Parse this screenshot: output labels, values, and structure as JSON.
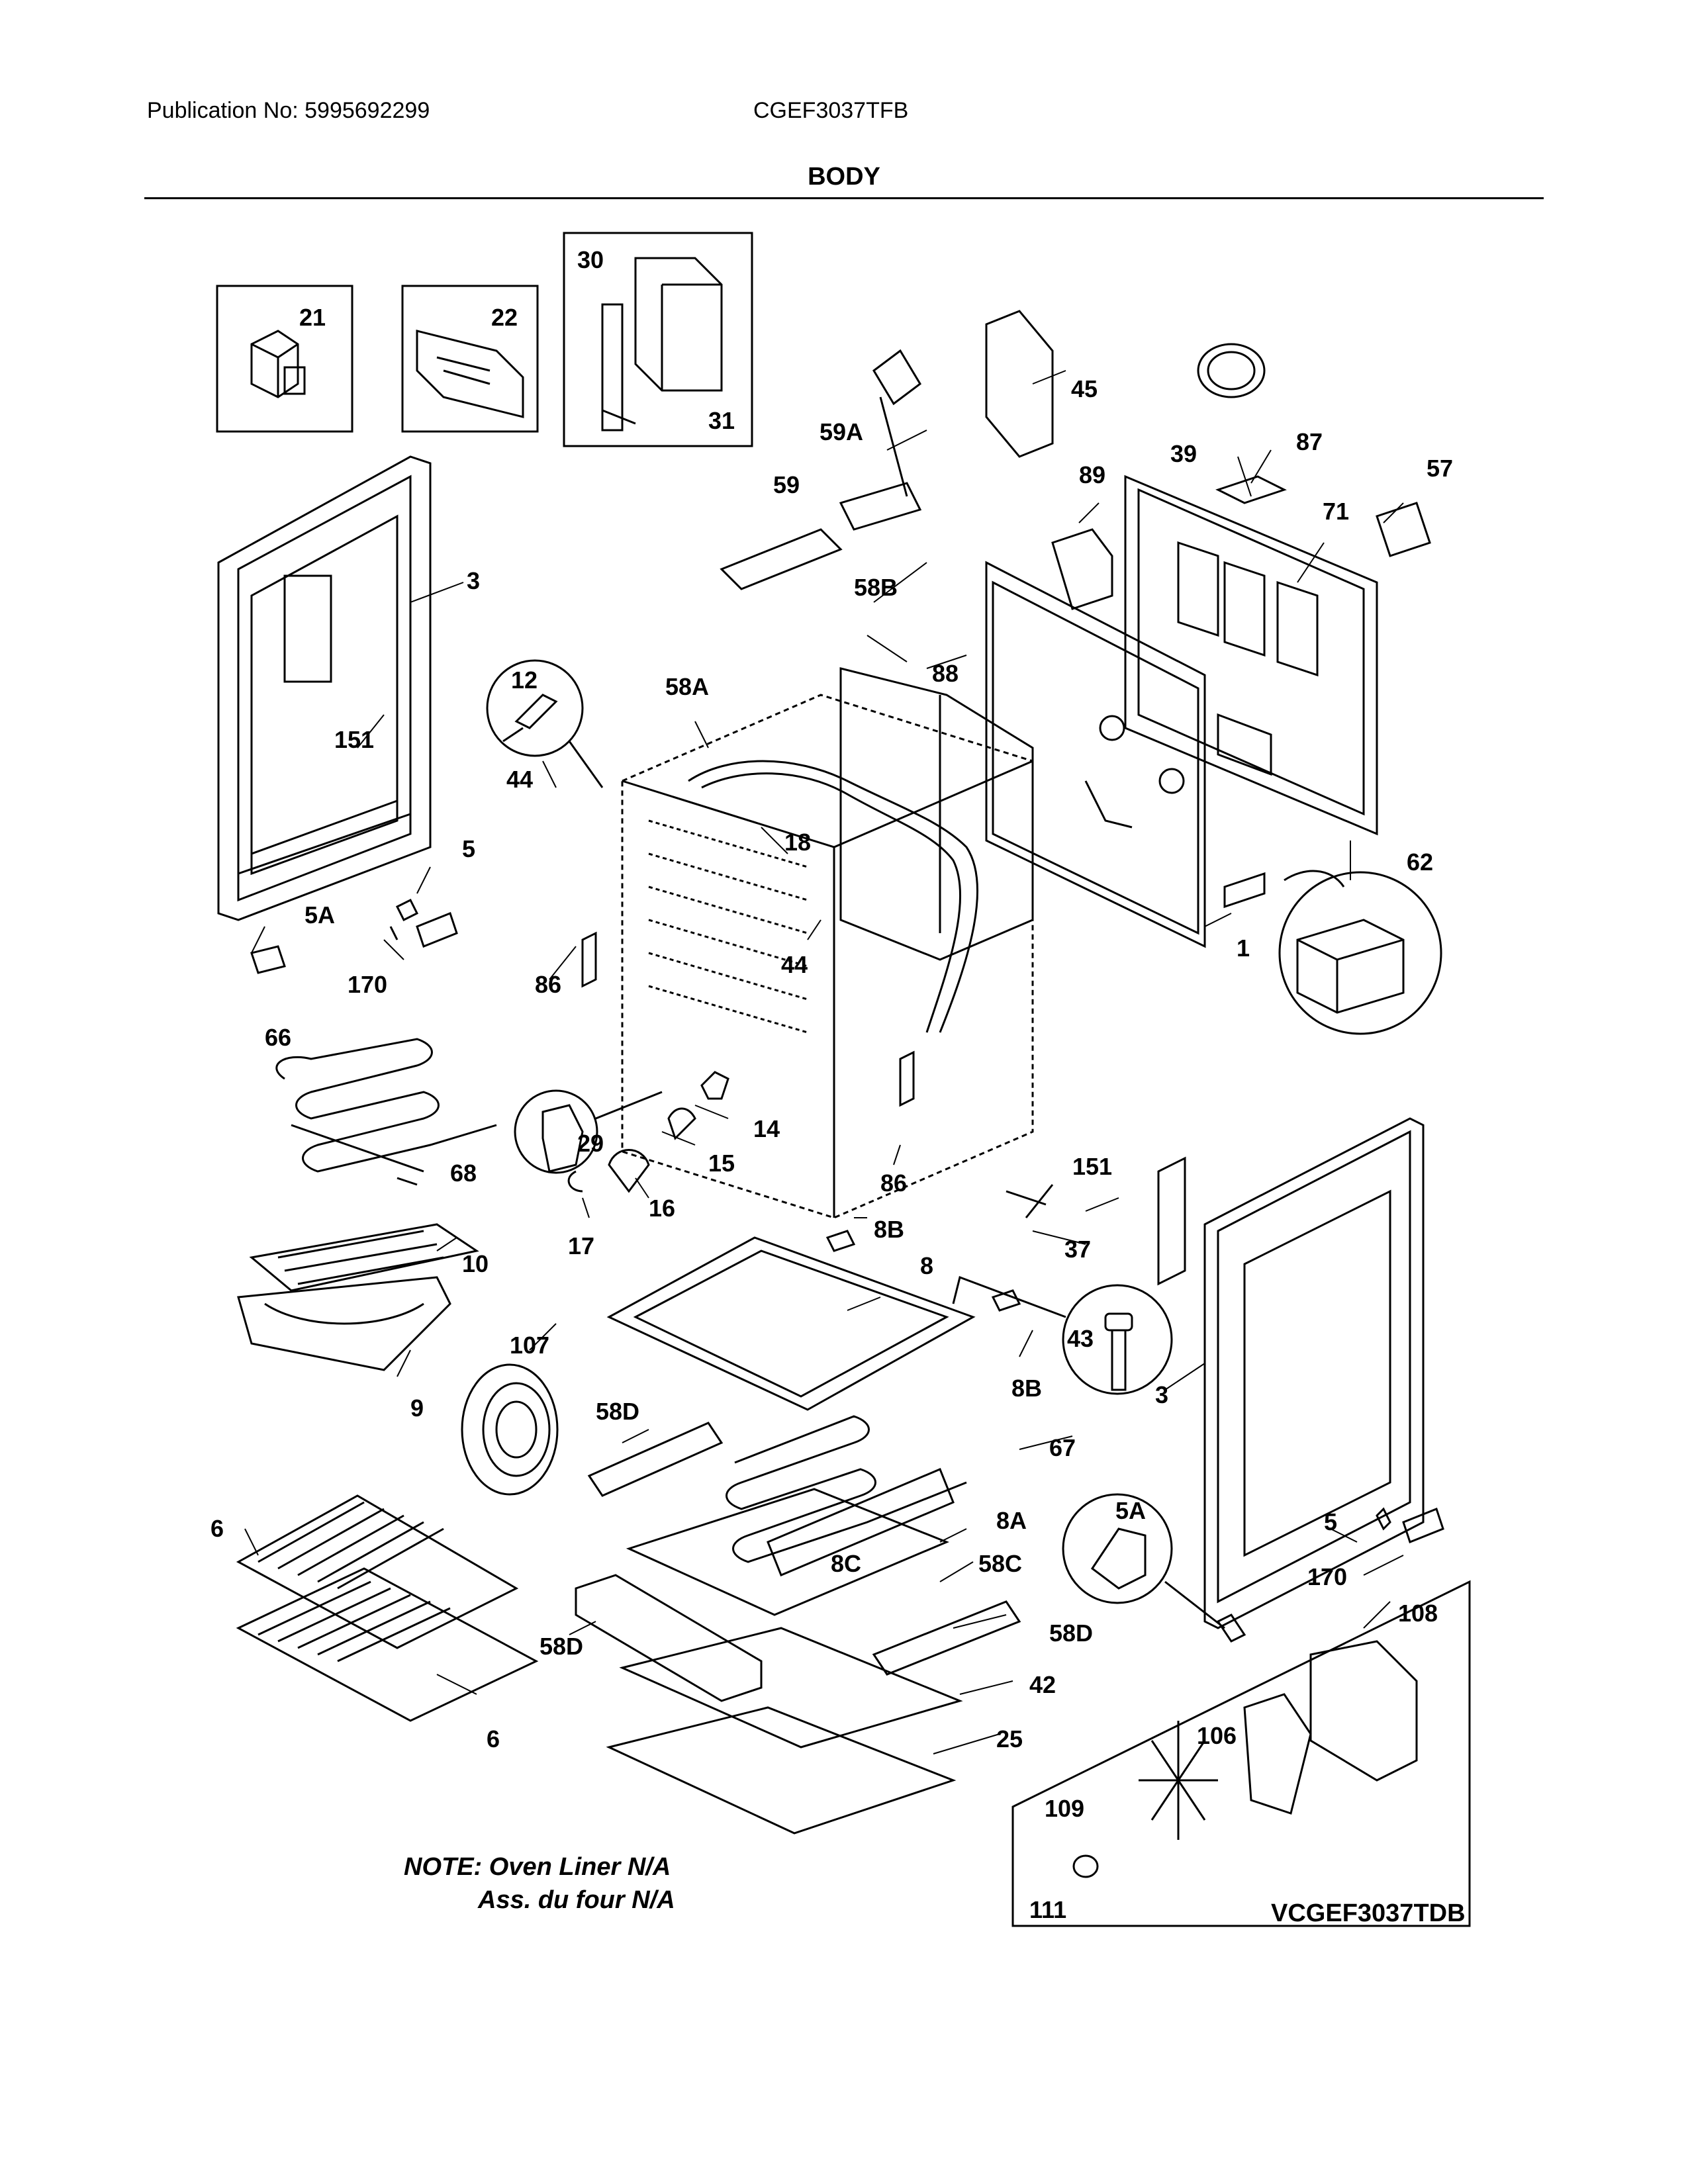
{
  "header": {
    "publication": "Publication No: 5995692299",
    "model": "CGEF3037TFB"
  },
  "section_title": "BODY",
  "callouts": {
    "c21": "21",
    "c22": "22",
    "c30": "30",
    "c31": "31",
    "c3a": "3",
    "c151a": "151",
    "c12": "12",
    "c44a": "44",
    "c58A": "58A",
    "c18": "18",
    "c58B": "58B",
    "c88": "88",
    "c59": "59",
    "c59A": "59A",
    "c45": "45",
    "c39": "39",
    "c87": "87",
    "c57": "57",
    "c89": "89",
    "c71": "71",
    "c62": "62",
    "c1": "1",
    "c5a": "5",
    "c5Aa": "5A",
    "c170a": "170",
    "c86a": "86",
    "c44b": "44",
    "c66": "66",
    "c68": "68",
    "c29": "29",
    "c14": "14",
    "c15": "15",
    "c16": "16",
    "c17": "17",
    "c86b": "86",
    "c8Ba": "8B",
    "c151b": "151",
    "c37": "37",
    "c10": "10",
    "c9": "9",
    "c8": "8",
    "c43": "43",
    "c8Bb": "8B",
    "c3b": "3",
    "c107": "107",
    "c58Da": "58D",
    "c67": "67",
    "c5Ab": "5A",
    "c5b": "5",
    "c6a": "6",
    "c8A": "8A",
    "c8C": "8C",
    "c58C": "58C",
    "c170b": "170",
    "c58Db": "58D",
    "c58Dc": "58D",
    "c42": "42",
    "c25": "25",
    "c6b": "6",
    "c108": "108",
    "c106": "106",
    "c109": "109",
    "c111": "111"
  },
  "note": {
    "line1": "NOTE: Oven Liner N/A",
    "line2": "Ass. du four N/A"
  },
  "variant_model": "VCGEF3037TDB"
}
